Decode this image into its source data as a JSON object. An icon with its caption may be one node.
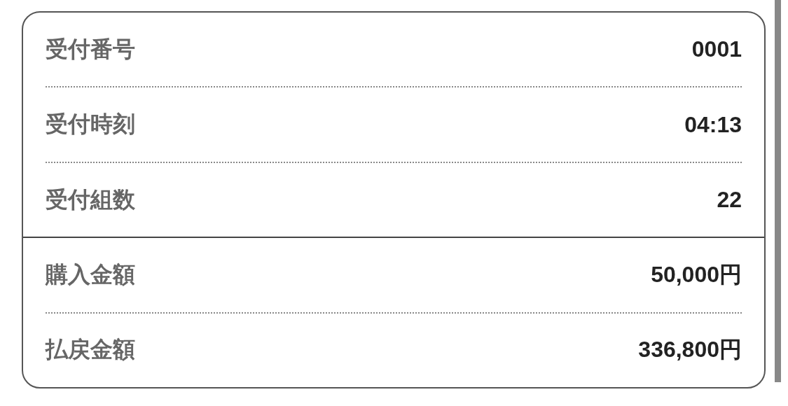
{
  "diagram": {
    "labels": [
      "受付番号",
      "0001",
      "受付時刻",
      "04:13",
      "受付組数",
      "22",
      "購入金額",
      "50,000円",
      "払戻金額",
      "336,800円"
    ]
  }
}
